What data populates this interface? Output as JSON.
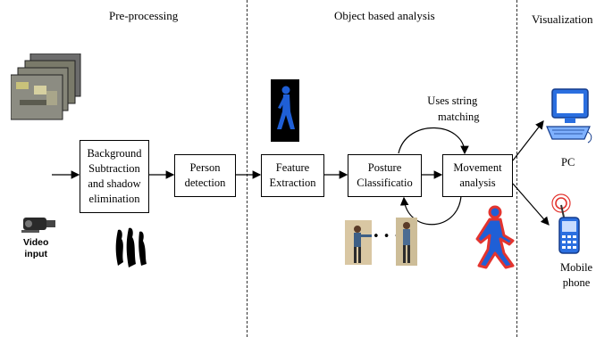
{
  "sections": {
    "preprocessing": "Pre-processing",
    "object_analysis": "Object based analysis",
    "visualization": "Visualization"
  },
  "boxes": {
    "background": [
      "Background",
      "Subtraction",
      "and shadow",
      "elimination"
    ],
    "person": [
      "Person",
      "detection"
    ],
    "feature": [
      "Feature",
      "Extraction"
    ],
    "posture": [
      "Posture",
      "Classificatio"
    ],
    "movement": [
      "Movement",
      "analysis"
    ]
  },
  "annotations": {
    "string_matching": [
      "Uses string",
      "matching"
    ],
    "video_input": [
      "Video",
      "input"
    ],
    "pc": "PC",
    "mobile": [
      "Mobile",
      "phone"
    ],
    "ellipsis": "• • •"
  },
  "colors": {
    "accent_blue": "#1f5fd6",
    "silhouette_red": "#e3342f"
  }
}
